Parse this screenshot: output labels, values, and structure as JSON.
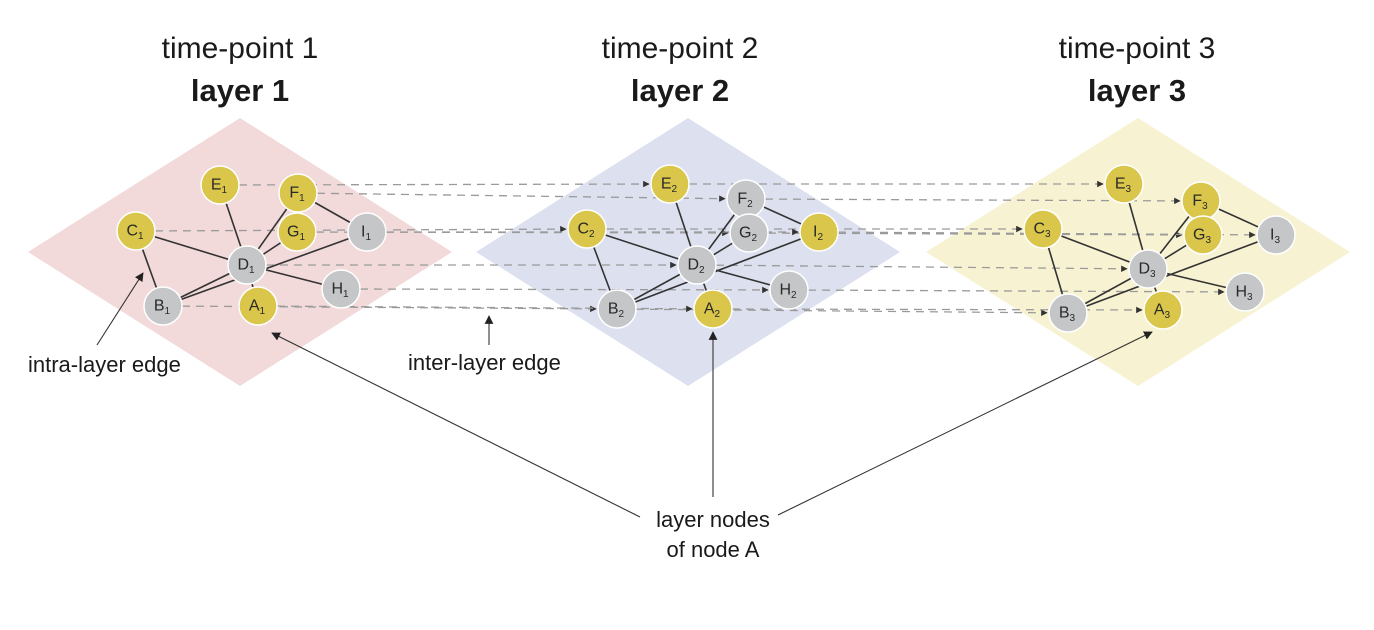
{
  "layers": [
    {
      "timepoint": "time-point 1",
      "title": "layer 1",
      "color": "#f2d9da",
      "index": "1",
      "nodes": [
        {
          "id": "E",
          "kind": "yellow"
        },
        {
          "id": "F",
          "kind": "yellow"
        },
        {
          "id": "G",
          "kind": "yellow"
        },
        {
          "id": "C",
          "kind": "yellow"
        },
        {
          "id": "I",
          "kind": "gray"
        },
        {
          "id": "D",
          "kind": "gray"
        },
        {
          "id": "H",
          "kind": "gray"
        },
        {
          "id": "B",
          "kind": "gray"
        },
        {
          "id": "A",
          "kind": "yellow"
        }
      ]
    },
    {
      "timepoint": "time-point 2",
      "title": "layer 2",
      "color": "#dde1ef",
      "index": "2",
      "nodes": [
        {
          "id": "E",
          "kind": "yellow"
        },
        {
          "id": "F",
          "kind": "gray"
        },
        {
          "id": "G",
          "kind": "gray"
        },
        {
          "id": "C",
          "kind": "yellow"
        },
        {
          "id": "I",
          "kind": "yellow"
        },
        {
          "id": "D",
          "kind": "gray"
        },
        {
          "id": "H",
          "kind": "gray"
        },
        {
          "id": "B",
          "kind": "gray"
        },
        {
          "id": "A",
          "kind": "yellow"
        }
      ]
    },
    {
      "timepoint": "time-point 3",
      "title": "layer 3",
      "color": "#f7f2d2",
      "index": "3",
      "nodes": [
        {
          "id": "E",
          "kind": "yellow"
        },
        {
          "id": "F",
          "kind": "yellow"
        },
        {
          "id": "G",
          "kind": "yellow"
        },
        {
          "id": "C",
          "kind": "yellow"
        },
        {
          "id": "I",
          "kind": "gray"
        },
        {
          "id": "D",
          "kind": "gray"
        },
        {
          "id": "H",
          "kind": "gray"
        },
        {
          "id": "B",
          "kind": "gray"
        },
        {
          "id": "A",
          "kind": "yellow"
        }
      ]
    }
  ],
  "intra_edges": [
    [
      "C",
      "D"
    ],
    [
      "C",
      "B"
    ],
    [
      "E",
      "D"
    ],
    [
      "F",
      "D"
    ],
    [
      "G",
      "D"
    ],
    [
      "F",
      "I"
    ],
    [
      "D",
      "B"
    ],
    [
      "B",
      "I"
    ],
    [
      "D",
      "H"
    ],
    [
      "D",
      "A"
    ]
  ],
  "inter_edge_nodes": [
    "E",
    "F",
    "G",
    "C",
    "I",
    "D",
    "H",
    "B",
    "A"
  ],
  "node_colors": {
    "yellow": "#d9c64a",
    "gray": "#c4c6c7",
    "node_border": "#ffffff"
  },
  "annotations": {
    "intra_layer_edge": "intra-layer edge",
    "inter_layer_edge": "inter-layer edge",
    "layer_nodes_line1": "layer nodes",
    "layer_nodes_line2": "of node A"
  }
}
